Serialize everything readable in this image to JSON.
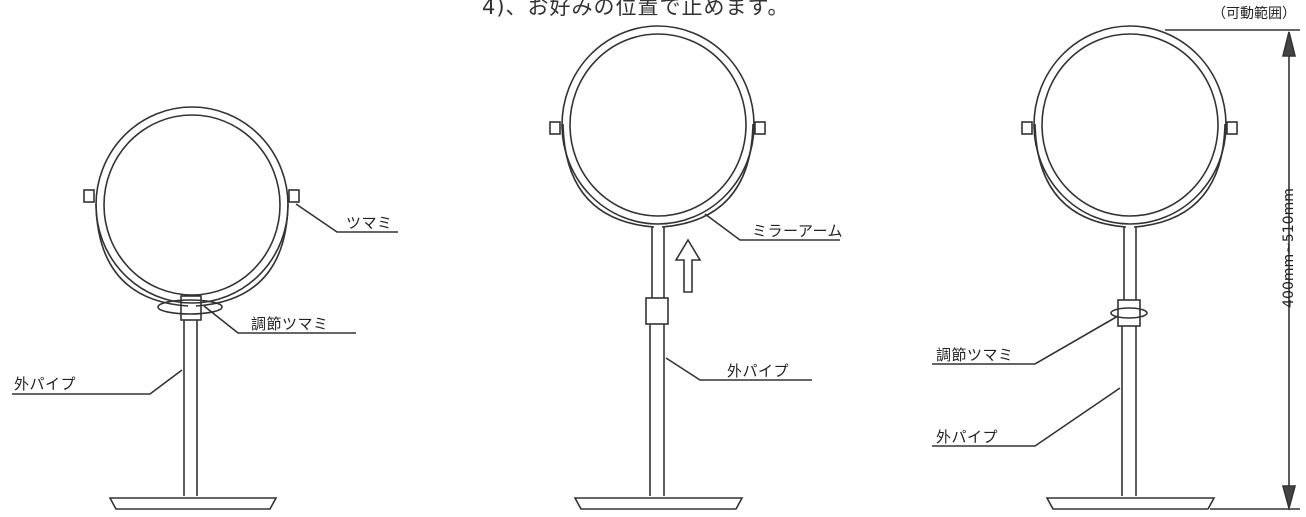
{
  "caption": "4)、お好みの位置で止めます。",
  "range_label": "（可動範囲）",
  "dimension_label": "400mm~510mm",
  "figures": [
    {
      "labels": {
        "knob": "ツマミ",
        "adjust_knob": "調節ツマミ",
        "outer_pipe": "外パイプ"
      }
    },
    {
      "labels": {
        "mirror_arm": "ミラーアーム",
        "outer_pipe": "外パイプ"
      }
    },
    {
      "labels": {
        "adjust_knob": "調節ツマミ",
        "outer_pipe": "外パイプ"
      }
    }
  ]
}
